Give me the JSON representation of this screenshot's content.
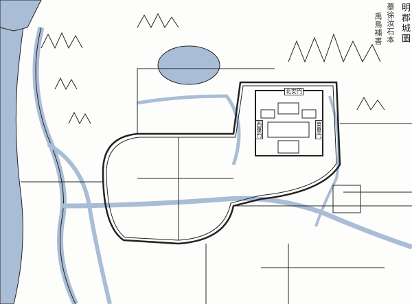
{
  "map": {
    "title": "明郡城圖",
    "subtitle_1": "摹徐汝石本",
    "subtitle_2": "禹鳥補書",
    "colors": {
      "water": "#a9bdd6",
      "ink": "#222222",
      "paper": "#fdfdfb"
    },
    "palace_gates": {
      "north": "北安門",
      "west": "西華門",
      "east": "東華門"
    }
  }
}
